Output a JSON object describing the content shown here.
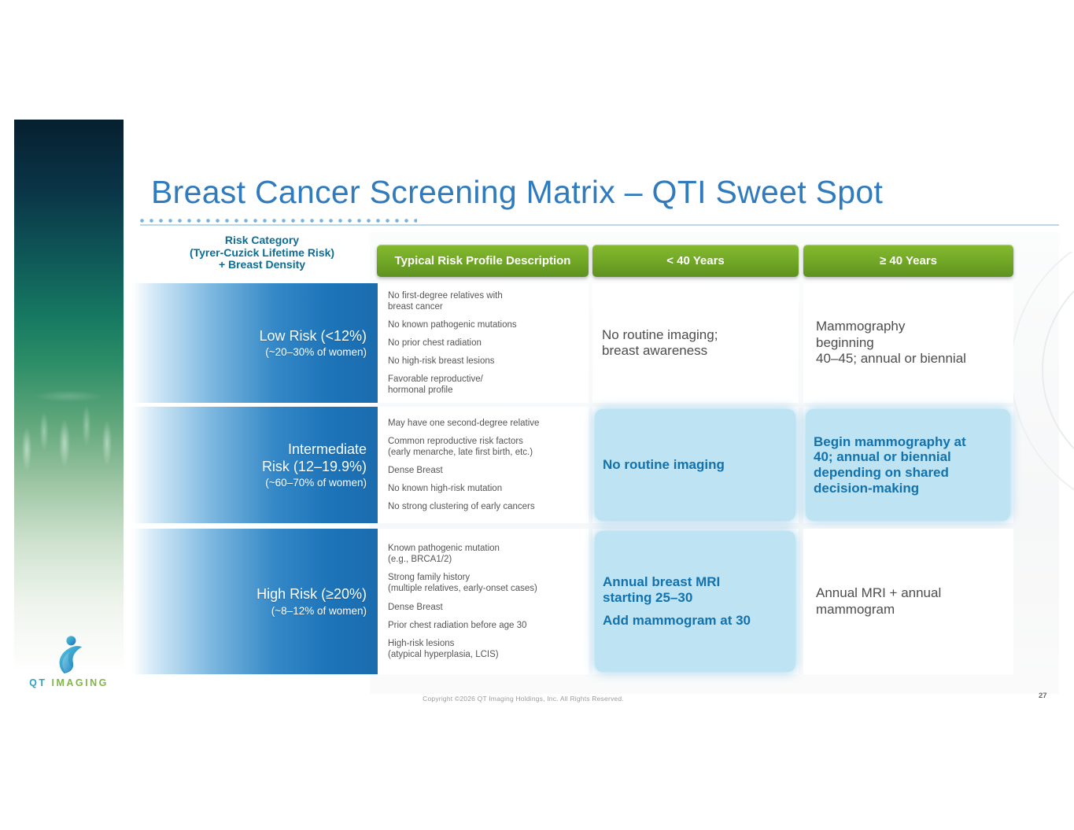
{
  "slide": {
    "title": "Breast Cancer Screening Matrix – QTI Sweet Spot",
    "footer": "Copyright ©2026 QT Imaging Holdings, Inc. All Rights Reserved.",
    "page_number": "27",
    "logo": {
      "qt": "QT",
      "imaging": "IMAGING"
    },
    "colors": {
      "title_blue": "#2f7bbd",
      "corner_header_teal": "#0c6e96",
      "green_header": "#6fa625",
      "risk_label_blue": "#1b73b8",
      "highlight_bg": "#bee3f2",
      "highlight_text": "#1272ae"
    }
  },
  "table": {
    "corner_header": "Risk Category\n(Tyrer-Cuzick Lifetime Risk)\n+ Breast Density",
    "column_headers": {
      "profile": "Typical Risk Profile Description",
      "under40": "< 40 Years",
      "over40": "≥ 40 Years"
    },
    "rows": [
      {
        "label": "Low Risk (<12%)",
        "label_sub": "(~20–30% of women)",
        "profile": [
          "No first-degree relatives with\nbreast cancer",
          "No known pathogenic mutations",
          "No prior chest radiation",
          "No high-risk breast lesions",
          "Favorable reproductive/\nhormonal profile"
        ],
        "under40": [
          "No routine imaging;\nbreast awareness"
        ],
        "over40": [
          "Mammography\nbeginning\n40–45; annual or biennial"
        ]
      },
      {
        "label": "Intermediate\nRisk (12–19.9%)",
        "label_sub": "(~60–70% of women)",
        "profile": [
          "May have one second-degree relative",
          "Common reproductive risk factors\n(early menarche, late first birth, etc.)",
          "Dense Breast",
          "No known high-risk mutation",
          "No strong clustering of early cancers"
        ],
        "under40": [
          "No routine imaging"
        ],
        "over40": [
          "Begin mammography at\n40; annual or biennial\ndepending on shared\ndecision-making"
        ]
      },
      {
        "label": "High Risk (≥20%)",
        "label_sub": "(~8–12% of women)",
        "profile": [
          "Known pathogenic mutation\n(e.g., BRCA1/2)",
          "Strong family history\n(multiple relatives, early-onset cases)",
          "Dense Breast",
          "Prior chest radiation before age 30",
          "High-risk lesions\n(atypical hyperplasia, LCIS)"
        ],
        "under40": [
          "Annual breast MRI\nstarting 25–30",
          "Add mammogram at 30"
        ],
        "over40": [
          "Annual MRI + annual\nmammogram"
        ]
      }
    ]
  }
}
